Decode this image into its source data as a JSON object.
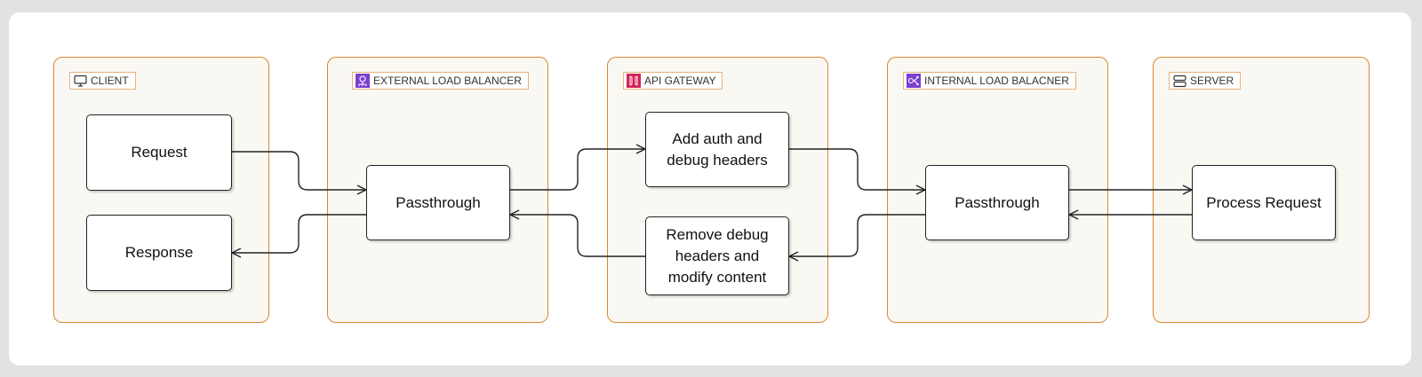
{
  "zones": {
    "client": {
      "label": "CLIENT",
      "icon": "monitor-icon"
    },
    "external_lb": {
      "label": "EXTERNAL LOAD BALANCER",
      "icon": "load-balancer-icon",
      "icon_color": "#7b3fd4"
    },
    "api_gateway": {
      "label": "API GATEWAY",
      "icon": "api-gateway-icon",
      "icon_color": "#d6245a"
    },
    "internal_lb": {
      "label": "INTERNAL LOAD BALACNER",
      "icon": "load-balancer-icon",
      "icon_color": "#7b3fd4"
    },
    "server": {
      "label": "SERVER",
      "icon": "server-icon"
    }
  },
  "nodes": {
    "request": "Request",
    "response": "Response",
    "ext_passthrough": "Passthrough",
    "add_headers_line1": "Add auth and",
    "add_headers_line2": "debug headers",
    "remove_headers_line1": "Remove debug",
    "remove_headers_line2": "headers and",
    "remove_headers_line3": "modify content",
    "int_passthrough": "Passthrough",
    "process_request": "Process Request"
  },
  "colors": {
    "zone_border": "#d9892e",
    "zone_fill": "#faf8f3",
    "edge": "#222222"
  }
}
